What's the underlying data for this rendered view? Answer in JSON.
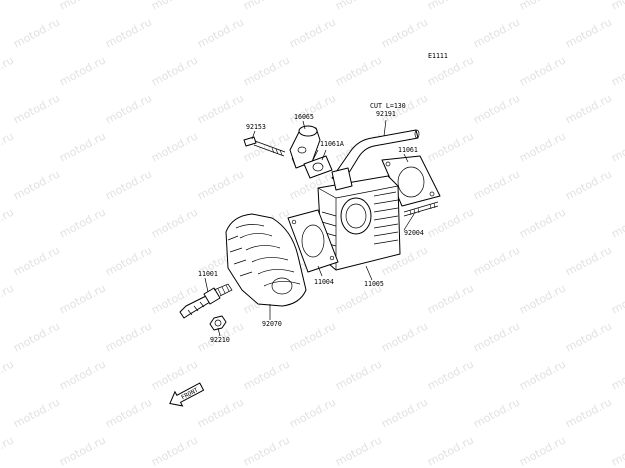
{
  "diagram": {
    "page_code": "E1111",
    "watermark_text": "motod.ru",
    "cut_note": "CUT L=130",
    "front_arrow_text": "FRONT",
    "parts": [
      {
        "id": "p92153",
        "number": "92153"
      },
      {
        "id": "p16065",
        "number": "16065"
      },
      {
        "id": "p11061a",
        "number": "11061A"
      },
      {
        "id": "p92191",
        "number": "92191"
      },
      {
        "id": "p11061",
        "number": "11061"
      },
      {
        "id": "p92004",
        "number": "92004"
      },
      {
        "id": "p11005",
        "number": "11005"
      },
      {
        "id": "p11004",
        "number": "11004"
      },
      {
        "id": "p92070",
        "number": "92070"
      },
      {
        "id": "p11001",
        "number": "11001"
      },
      {
        "id": "p92210",
        "number": "92210"
      }
    ]
  }
}
